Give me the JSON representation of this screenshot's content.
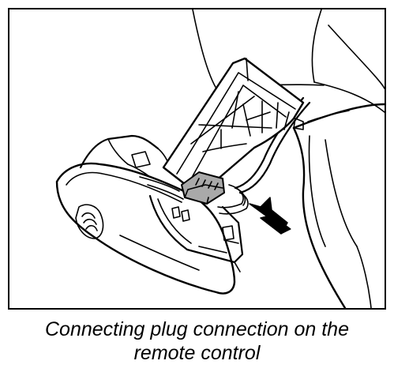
{
  "caption": {
    "line1": "Connecting plug connection on the",
    "line2": "remote control"
  },
  "illustration": {
    "subject": "remote-control-connector-drawing",
    "line_color": "#000000",
    "connector_fill": "#a9a9a9",
    "background": "#ffffff"
  }
}
